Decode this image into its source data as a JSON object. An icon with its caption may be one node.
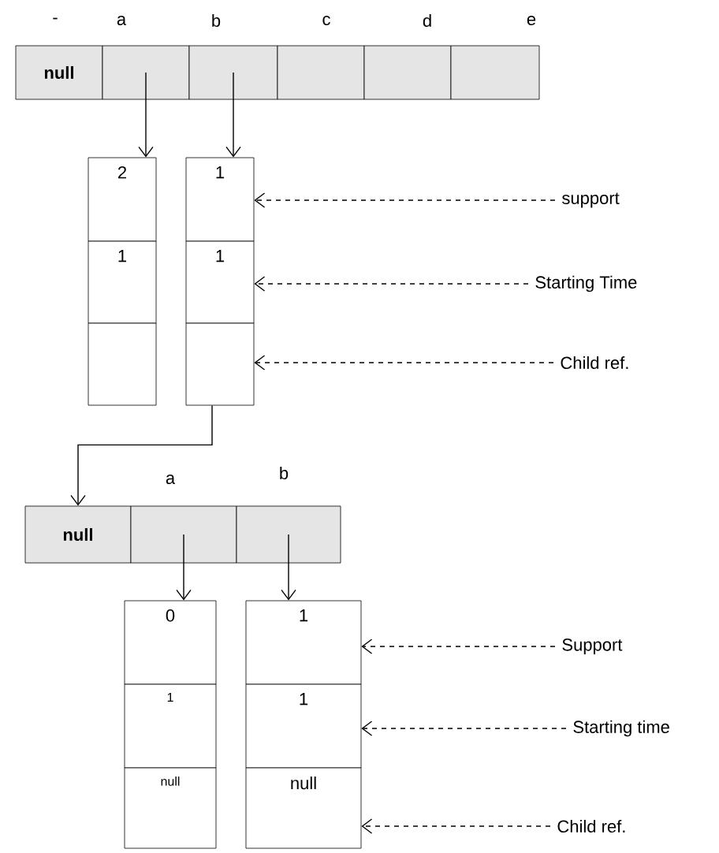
{
  "diagram": {
    "nodes": [
      {
        "text": [
          "null"
        ]
      },
      {
        "text": [],
        "shape": "box"
      },
      {
        "text": [],
        "shape": "box"
      },
      {
        "text": [],
        "shape": "box"
      },
      {
        "text": [],
        "shape": "box"
      },
      {
        "text": [],
        "shape": "box"
      },
      {
        "text": [
          "2"
        ]
      },
      {
        "text": [
          "1"
        ]
      },
      {
        "text": [],
        "shape": "box"
      },
      {
        "text": [
          "1"
        ]
      },
      {
        "text": [
          "1"
        ]
      },
      {
        "text": [],
        "shape": "box"
      },
      {
        "text": [
          "support"
        ]
      },
      {
        "text": [
          "Starting Time"
        ]
      },
      {
        "text": [
          "Child ref."
        ]
      },
      {
        "text": [
          "null"
        ]
      },
      {
        "text": [],
        "shape": "box"
      },
      {
        "text": [],
        "shape": "box"
      },
      {
        "text": [
          "0"
        ]
      },
      {
        "text": [
          "1"
        ]
      },
      {
        "text": [
          "null"
        ]
      },
      {
        "text": [
          "1"
        ]
      },
      {
        "text": [
          "1"
        ]
      },
      {
        "text": [
          "null"
        ]
      },
      {
        "text": [
          "Support"
        ]
      },
      {
        "text": [
          "Starting time"
        ]
      },
      {
        "text": [
          "Child ref."
        ]
      }
    ],
    "edges": [
      {
        "from": 1,
        "to": 6,
        "arrow": "to"
      },
      {
        "from": 2,
        "to": 9,
        "arrow": "to"
      },
      {
        "from": 12,
        "to": 9,
        "arrow": "to",
        "style": "dashed"
      },
      {
        "from": 13,
        "to": 10,
        "arrow": "to",
        "style": "dashed"
      },
      {
        "from": 14,
        "to": 11,
        "arrow": "to",
        "style": "dashed"
      },
      {
        "from": 11,
        "to": 15,
        "arrow": "to"
      },
      {
        "from": 16,
        "to": 18,
        "arrow": "to"
      },
      {
        "from": 17,
        "to": 21,
        "arrow": "to"
      },
      {
        "from": 24,
        "to": 21,
        "arrow": "to",
        "style": "dashed"
      },
      {
        "from": 25,
        "to": 22,
        "arrow": "to",
        "style": "dashed"
      },
      {
        "from": 26,
        "to": 23,
        "arrow": "to",
        "style": "dashed"
      }
    ],
    "labels": [
      "-",
      "a",
      "b",
      "c",
      "d",
      "e",
      "a",
      "b"
    ]
  }
}
